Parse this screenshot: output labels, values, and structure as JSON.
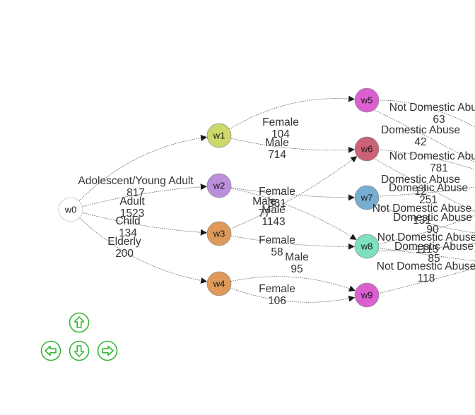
{
  "nodes": [
    {
      "id": "w0",
      "label": "w0",
      "color": "#ffffff"
    },
    {
      "id": "w1",
      "label": "w1",
      "color": "#cdd86b"
    },
    {
      "id": "w2",
      "label": "w2",
      "color": "#bb8fdc"
    },
    {
      "id": "w3",
      "label": "w3",
      "color": "#df9a5a"
    },
    {
      "id": "w4",
      "label": "w4",
      "color": "#df9a5a"
    },
    {
      "id": "w5",
      "label": "w5",
      "color": "#dc5fcf"
    },
    {
      "id": "w6",
      "label": "w6",
      "color": "#cc6278"
    },
    {
      "id": "w7",
      "label": "w7",
      "color": "#78add2"
    },
    {
      "id": "w8",
      "label": "w8",
      "color": "#7fdfbe"
    },
    {
      "id": "w9",
      "label": "w9",
      "color": "#dc5fcf"
    }
  ],
  "edges": [
    {
      "from": "w0",
      "to": "w1",
      "label": "Adolescent/Young Adult",
      "value": "817"
    },
    {
      "from": "w0",
      "to": "w2",
      "label": "Adult",
      "value": "1523"
    },
    {
      "from": "w0",
      "to": "w3",
      "label": "Child",
      "value": "134"
    },
    {
      "from": "w0",
      "to": "w4",
      "label": "Elderly",
      "value": "200"
    },
    {
      "from": "w1",
      "to": "w5",
      "label": "Female",
      "value": "104"
    },
    {
      "from": "w1",
      "to": "w6",
      "label": "Male",
      "value": "714"
    },
    {
      "from": "w2",
      "to": "w7",
      "label": "Female",
      "value": "381"
    },
    {
      "from": "w2",
      "to": "w8",
      "label": "Male",
      "value": "1143"
    },
    {
      "from": "w3",
      "to": "w6",
      "label": "Male",
      "value": "77"
    },
    {
      "from": "w3",
      "to": "w8",
      "label": "Female",
      "value": "58"
    },
    {
      "from": "w4",
      "to": "w9",
      "label": "Male",
      "value": "95"
    },
    {
      "from": "w4",
      "to": "w9",
      "label": "Female",
      "value": "106"
    },
    {
      "from": "w5",
      "to": "offscreen",
      "label": "Not Domestic Abuse",
      "value": "63"
    },
    {
      "from": "w5",
      "to": "offscreen",
      "label": "Domestic Abuse",
      "value": "42"
    },
    {
      "from": "w6",
      "to": "offscreen",
      "label": "Not Domestic Abuse",
      "value": "781"
    },
    {
      "from": "w6",
      "to": "offscreen",
      "label": "Domestic Abuse",
      "value": "12"
    },
    {
      "from": "w7",
      "to": "offscreen",
      "label": "Domestic Abuse",
      "value": "251"
    },
    {
      "from": "w7",
      "to": "offscreen",
      "label": "Not Domestic Abuse",
      "value": "131"
    },
    {
      "from": "w8",
      "to": "offscreen",
      "label": "Domestic Abuse",
      "value": "90"
    },
    {
      "from": "w8",
      "to": "offscreen",
      "label": "Not Domestic Abuse",
      "value": "1113"
    },
    {
      "from": "w8",
      "to": "offscreen",
      "label": "Domestic Abuse",
      "value": "85"
    },
    {
      "from": "w9",
      "to": "offscreen",
      "label": "Not Domestic Abuse",
      "value": "118"
    }
  ],
  "navigation": [
    {
      "id": "up",
      "icon": "arrow-up-icon"
    },
    {
      "id": "left",
      "icon": "arrow-left-icon"
    },
    {
      "id": "down",
      "icon": "arrow-down-icon"
    },
    {
      "id": "right",
      "icon": "arrow-right-icon"
    }
  ],
  "colors": {
    "nav": "#35b635",
    "edge": "#555555",
    "label": "#333333"
  }
}
